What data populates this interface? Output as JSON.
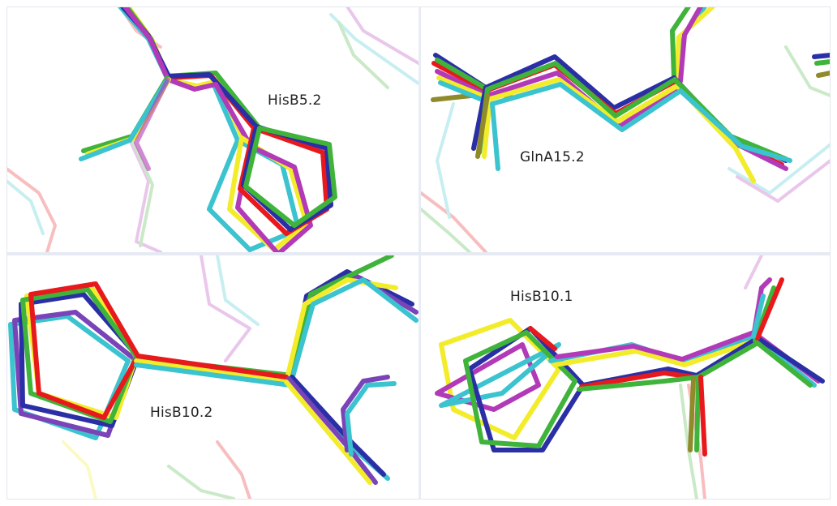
{
  "panels": {
    "top_left": {
      "label": "HisB5.2"
    },
    "top_right": {
      "label": "GlnA15.2"
    },
    "bottom_left": {
      "label": "HisB10.2"
    },
    "bottom_right": {
      "label": "HisB10.1"
    }
  },
  "colors": {
    "red": "#e8191c",
    "blue": "#2b2fa6",
    "green": "#3fb33a",
    "yellow": "#f2ec2a",
    "magenta": "#b23ab8",
    "cyan": "#3bc3cf",
    "purple": "#7a44b8",
    "olive": "#8f8a2a"
  }
}
